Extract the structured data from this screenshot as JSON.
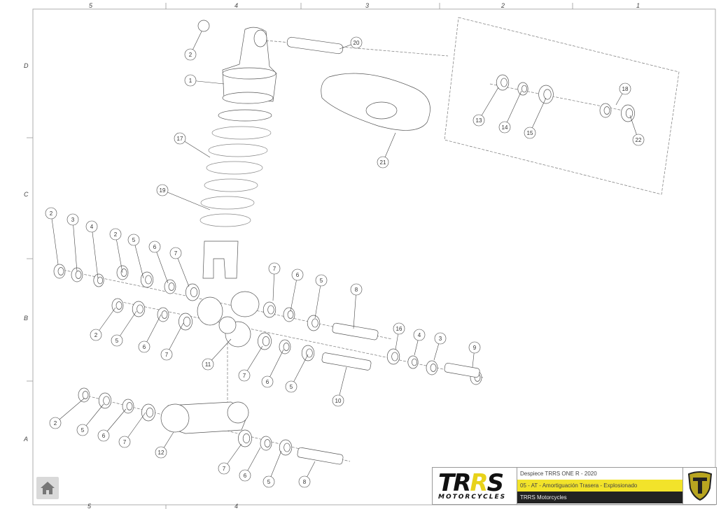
{
  "grid": {
    "columns_top": [
      "5",
      "4",
      "3",
      "2",
      "1"
    ],
    "columns_bottom": [
      "5",
      "4"
    ],
    "rows": [
      "D",
      "C",
      "B",
      "A"
    ]
  },
  "callouts": [
    "2",
    "20",
    "1",
    "18",
    "13",
    "14",
    "15",
    "22",
    "17",
    "21",
    "19",
    "2",
    "3",
    "4",
    "2",
    "5",
    "6",
    "7",
    "7",
    "6",
    "5",
    "8",
    "2",
    "5",
    "6",
    "7",
    "16",
    "4",
    "3",
    "9",
    "11",
    "7",
    "6",
    "5",
    "10",
    "2",
    "5",
    "6",
    "7",
    "12",
    "7",
    "6",
    "5",
    "8"
  ],
  "title_block": {
    "logo_main_a": "TR",
    "logo_main_b": "R",
    "logo_main_c": "S",
    "logo_sub": "MOTORCYCLES",
    "line1": "Despiece TRRS ONE R - 2020",
    "line2": "05 - AT - Amortiguación Trasera - Explosionado",
    "line3": "TRRS Motorcycles"
  },
  "colors": {
    "accent": "#f2e32a",
    "dark": "#222222",
    "line": "#999999"
  },
  "home_button": {
    "icon": "home-icon"
  }
}
